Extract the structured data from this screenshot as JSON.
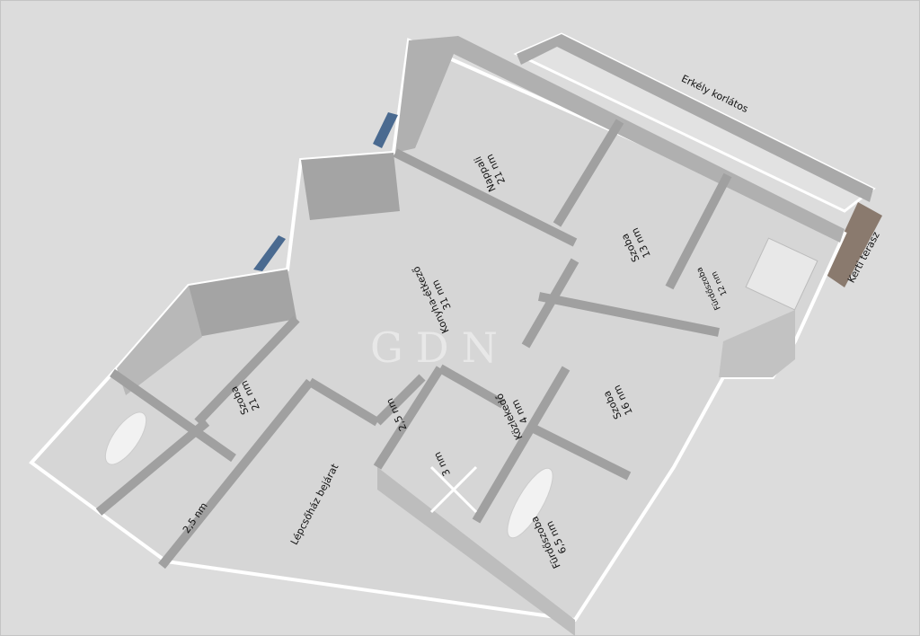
{
  "floorplan": {
    "watermark": "GDN",
    "rooms": [
      {
        "name": "Nappali",
        "area": "21 nm"
      },
      {
        "name": "Szoba",
        "area": "13 nm"
      },
      {
        "name": "Fürdőszoba",
        "area": "12 nm"
      },
      {
        "name": "Konyha-étkező",
        "area": "31 nm"
      },
      {
        "name": "Szoba",
        "area": "21 nm"
      },
      {
        "name": "Szoba",
        "area": "16 nm"
      },
      {
        "name": "Közlekedő",
        "area": "4 nm"
      },
      {
        "name": "",
        "area": "2,5 nm"
      },
      {
        "name": "",
        "area": "3 nm"
      },
      {
        "name": "Fürdőszoba",
        "area": "6,5 nm"
      },
      {
        "name": "",
        "area": "2,5 nm"
      }
    ],
    "outside_labels": {
      "balcony": "Erkély korlátos",
      "terrace": "Kerti terasz",
      "entrance": "Lépcsőház bejárat"
    },
    "colors": {
      "background": "#dcdcdc",
      "floor": "#d6d6d6",
      "wall": "#a8a8a8",
      "glass": "#4a6a90",
      "deck": "#8a7a6e"
    }
  }
}
